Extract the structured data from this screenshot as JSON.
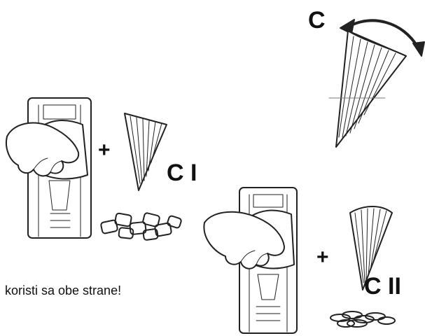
{
  "labels": {
    "c": "C",
    "c1": "C I",
    "c2": "C II",
    "plus_1": "+",
    "plus_2": "+"
  },
  "note": "koristi sa obe strane!",
  "icons": {
    "rotate_arrow": "double-headed-curved-arrow-icon",
    "insert_c": "cone-insert-icon",
    "slicer_1": "mandoline-slicer-with-hand",
    "slicer_2": "mandoline-slicer-with-hand",
    "cubes": "diced-vegetable-pieces",
    "slices": "sliced-vegetable-pieces"
  },
  "colors": {
    "line": "#222222",
    "background": "#ffffff"
  }
}
